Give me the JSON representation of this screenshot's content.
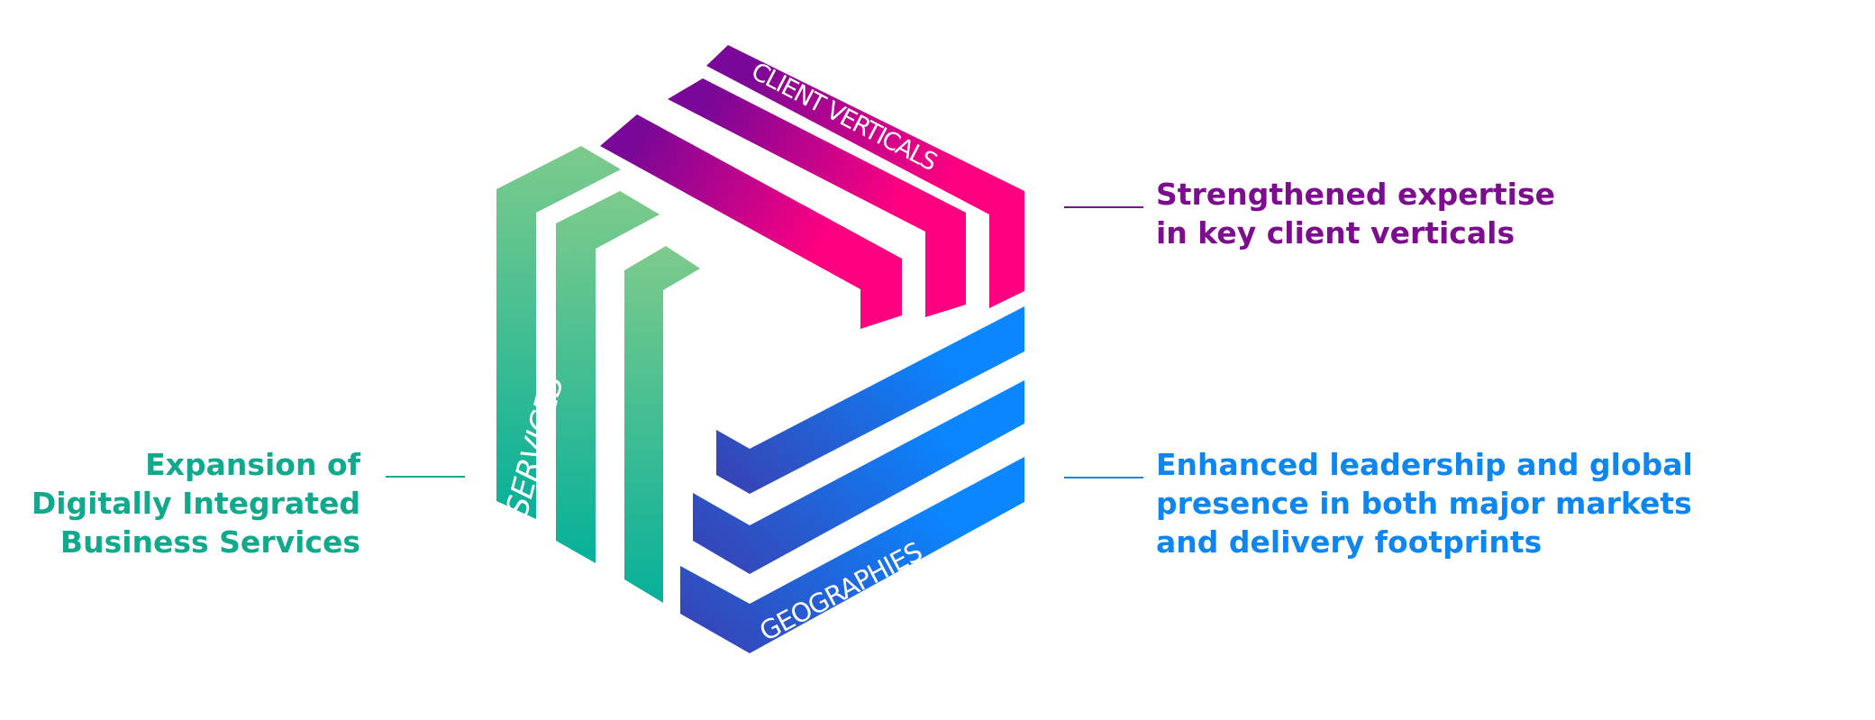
{
  "colors": {
    "services_top": "#7dcb8b",
    "services_bottom": "#07b09a",
    "verticals_purple": "#7a0797",
    "verticals_pink": "#ff0080",
    "geo_dark": "#3a3fb0",
    "geo_light": "#0a86ff",
    "caption_services": "#11a98c",
    "caption_verticals": "#7d0d8f",
    "caption_geographies": "#0e86f2"
  },
  "cube": {
    "services_label": "SERVICES",
    "verticals_label": "CLIENT VERTICALS",
    "geographies_label": "GEOGRAPHIES"
  },
  "captions": {
    "services": [
      "Expansion of",
      "Digitally Integrated",
      "Business Services"
    ],
    "verticals": [
      "Strengthened expertise",
      "in key client verticals"
    ],
    "geographies": [
      "Enhanced leadership and global",
      "presence in both major markets",
      "and delivery footprints"
    ]
  }
}
